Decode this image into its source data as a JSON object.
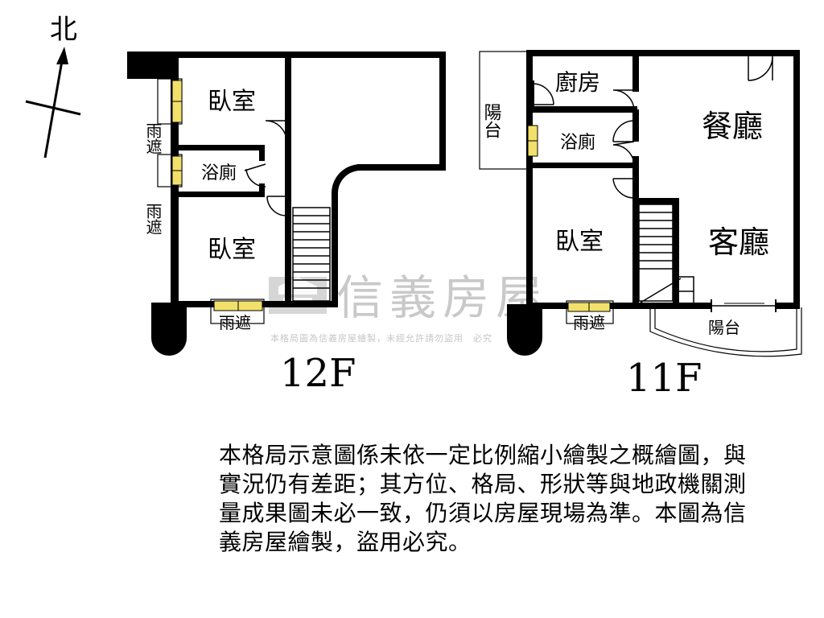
{
  "compass": {
    "label": "北"
  },
  "floor_12": {
    "title": "12F",
    "rooms": {
      "bedroom_top": "臥室",
      "bathroom": "浴廁",
      "bedroom_bottom": "臥室"
    },
    "rain_shelters": [
      "雨遮",
      "雨遮",
      "雨遮"
    ]
  },
  "floor_11": {
    "title": "11F",
    "rooms": {
      "balcony_west": "陽台",
      "kitchen": "廚房",
      "bathroom": "浴廁",
      "dining": "餐廳",
      "bedroom": "臥室",
      "living": "客廳",
      "balcony_south": "陽台"
    },
    "rain_shelter": "雨遮"
  },
  "watermark": {
    "brand": "信義房屋",
    "notice": "本格局圖為信義房屋繪製，未經允許請勿盜用　必究"
  },
  "disclaimer": "本格局示意圖係未依一定比例縮小繪製之概繪圖，與實況仍有差距；其方位、格局、形狀等與地政機關測量成果圖未必一致，仍須以房屋現場為準。本圖為信義房屋繪製，盜用必究。",
  "colors": {
    "wall": "#000000",
    "window": "#f2e06a",
    "watermark": "#b8b8b8"
  }
}
